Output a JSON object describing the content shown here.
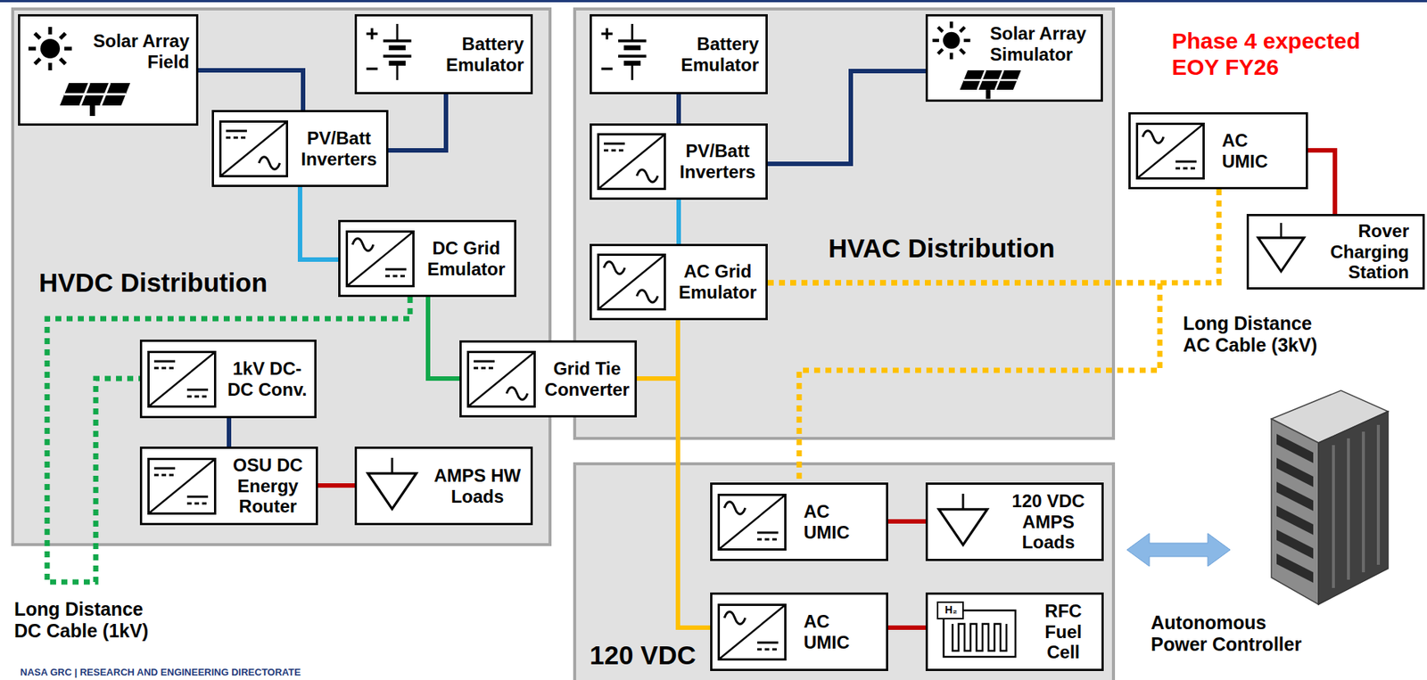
{
  "diagram": {
    "nodes": [
      {
        "text": [
          "HVDC Distribution"
        ]
      },
      {
        "text": [
          "Solar Array Field"
        ],
        "in": 0
      },
      {
        "text": [
          "Battery Emulator"
        ],
        "in": 0
      },
      {
        "text": [
          "PV/Batt Inverters"
        ],
        "in": 0
      },
      {
        "text": [
          "DC Grid Emulator"
        ],
        "in": 0
      },
      {
        "text": [
          "1kV DC-DC Conv."
        ],
        "in": 0
      },
      {
        "text": [
          "Grid Tie Converter"
        ]
      },
      {
        "text": [
          "OSU DC Energy Router"
        ],
        "in": 0
      },
      {
        "text": [
          "AMPS HW Loads"
        ],
        "in": 0
      },
      {
        "text": [
          "HVAC Distribution"
        ]
      },
      {
        "text": [
          "Battery Emulator"
        ],
        "in": 9
      },
      {
        "text": [
          "Solar Array Simulator"
        ],
        "in": 9
      },
      {
        "text": [
          "PV/Batt Inverters"
        ],
        "in": 9
      },
      {
        "text": [
          "AC Grid Emulator"
        ],
        "in": 9
      },
      {
        "text": [
          "AC UMIC"
        ]
      },
      {
        "text": [
          "Rover Charging Station"
        ]
      },
      {
        "text": [
          "120 VDC"
        ]
      },
      {
        "text": [
          "AC UMIC"
        ],
        "in": 16
      },
      {
        "text": [
          "120 VDC AMPS Loads"
        ],
        "in": 16
      },
      {
        "text": [
          "AC UMIC"
        ],
        "in": 16
      },
      {
        "text": [
          "RFC Fuel Cell"
        ],
        "in": 16
      },
      {
        "text": [
          "Autonomous Power Controller"
        ]
      }
    ],
    "edges": [
      {
        "from": 1,
        "to": 3,
        "arrow": "none"
      },
      {
        "from": 2,
        "to": 3,
        "arrow": "none"
      },
      {
        "from": 3,
        "to": 4,
        "arrow": "none"
      },
      {
        "from": 4,
        "to": 6,
        "arrow": "none"
      },
      {
        "from": 4,
        "to": 5,
        "arrow": "none"
      },
      {
        "from": 5,
        "to": 7,
        "arrow": "none"
      },
      {
        "from": 7,
        "to": 8,
        "arrow": "none"
      },
      {
        "from": 10,
        "to": 12,
        "arrow": "none"
      },
      {
        "from": 11,
        "to": 12,
        "arrow": "none"
      },
      {
        "from": 12,
        "to": 13,
        "arrow": "none"
      },
      {
        "from": 6,
        "to": 13,
        "arrow": "none"
      },
      {
        "from": 13,
        "to": 19,
        "arrow": "none"
      },
      {
        "from": 13,
        "to": 14,
        "arrow": "none"
      },
      {
        "from": 13,
        "to": 17,
        "arrow": "none"
      },
      {
        "from": 14,
        "to": 15,
        "arrow": "none"
      },
      {
        "from": 17,
        "to": 18,
        "arrow": "none"
      },
      {
        "from": 19,
        "to": 20,
        "arrow": "none"
      },
      {
        "from": 16,
        "to": 21,
        "arrow": "both"
      }
    ],
    "labels": [
      "Phase 4 expected EOY FY26",
      "Long Distance AC Cable (3kV)",
      "Long Distance DC Cable (1kV)",
      "H₂",
      "NASA GRC | RESEARCH AND ENGINEERING DIRECTORATE"
    ]
  }
}
